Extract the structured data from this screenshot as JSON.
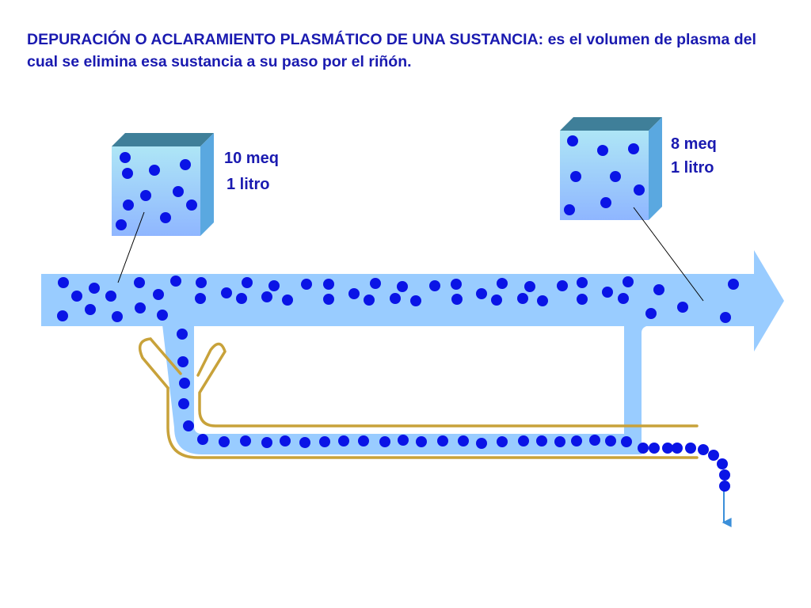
{
  "title": "DEPURACIÓN O ACLARAMIENTO PLASMÁTICO DE UNA SUSTANCIA: es el volumen de plasma del cual se elimina esa sustancia a su paso por el riñón.",
  "left_box": {
    "amount": "10 meq",
    "volume": "1 litro"
  },
  "right_box": {
    "amount": "8 meq",
    "volume": "1 litro"
  },
  "colors": {
    "title_text": "#1a1ab0",
    "vessel": "#99ccff",
    "cube_front_top": "#aee6f6",
    "cube_front_bottom": "#8fb6ff",
    "cube_top": "#3f7f99",
    "cube_side": "#5aa8e0",
    "tubule": "#c8a23a",
    "particle": "#0a14e6",
    "urine_arrow": "#3b8fd9"
  }
}
